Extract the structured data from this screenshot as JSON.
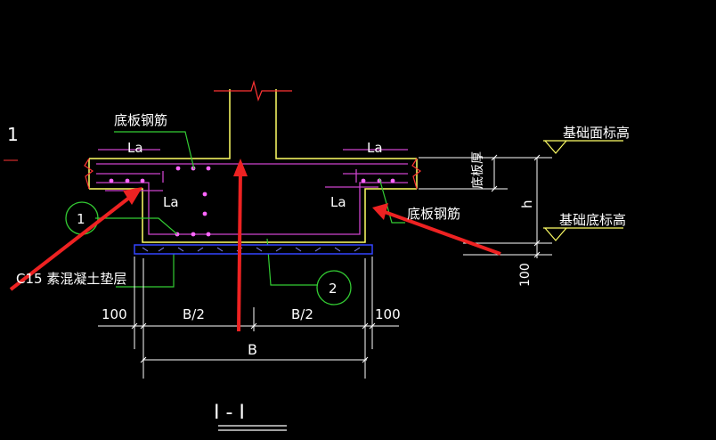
{
  "labels": {
    "section_mark_left": "1",
    "bottom_rebar_top_left": "底板钢筋",
    "bottom_rebar_right": "底板钢筋",
    "la_top_left": "La",
    "la_top_right": "La",
    "la_inner_left": "La",
    "la_inner_right": "La",
    "slab_thickness": "底板厚",
    "height_h": "h",
    "foundation_top_elevation": "基础面标高",
    "foundation_bottom_elevation": "基础底标高",
    "cushion_layer": "C15 素混凝土垫层",
    "callout_1": "1",
    "callout_2": "2",
    "dim_100_right_vertical": "100",
    "dim_100_left": "100",
    "dim_b_half_left": "B/2",
    "dim_b_half_right": "B/2",
    "dim_100_right": "100",
    "dim_b": "B",
    "section_title": "I - I"
  },
  "colors": {
    "background": "#000000",
    "concrete_outline": "#ffff66",
    "rebar": "#cc44cc",
    "rebar_dots": "#ff66ff",
    "leader": "#33cc33",
    "cushion": "#3344ff",
    "dimension": "#ffffff",
    "break_line": "#ff3333",
    "arrow": "#ee2222",
    "elevation_marker": "#ffff66"
  }
}
